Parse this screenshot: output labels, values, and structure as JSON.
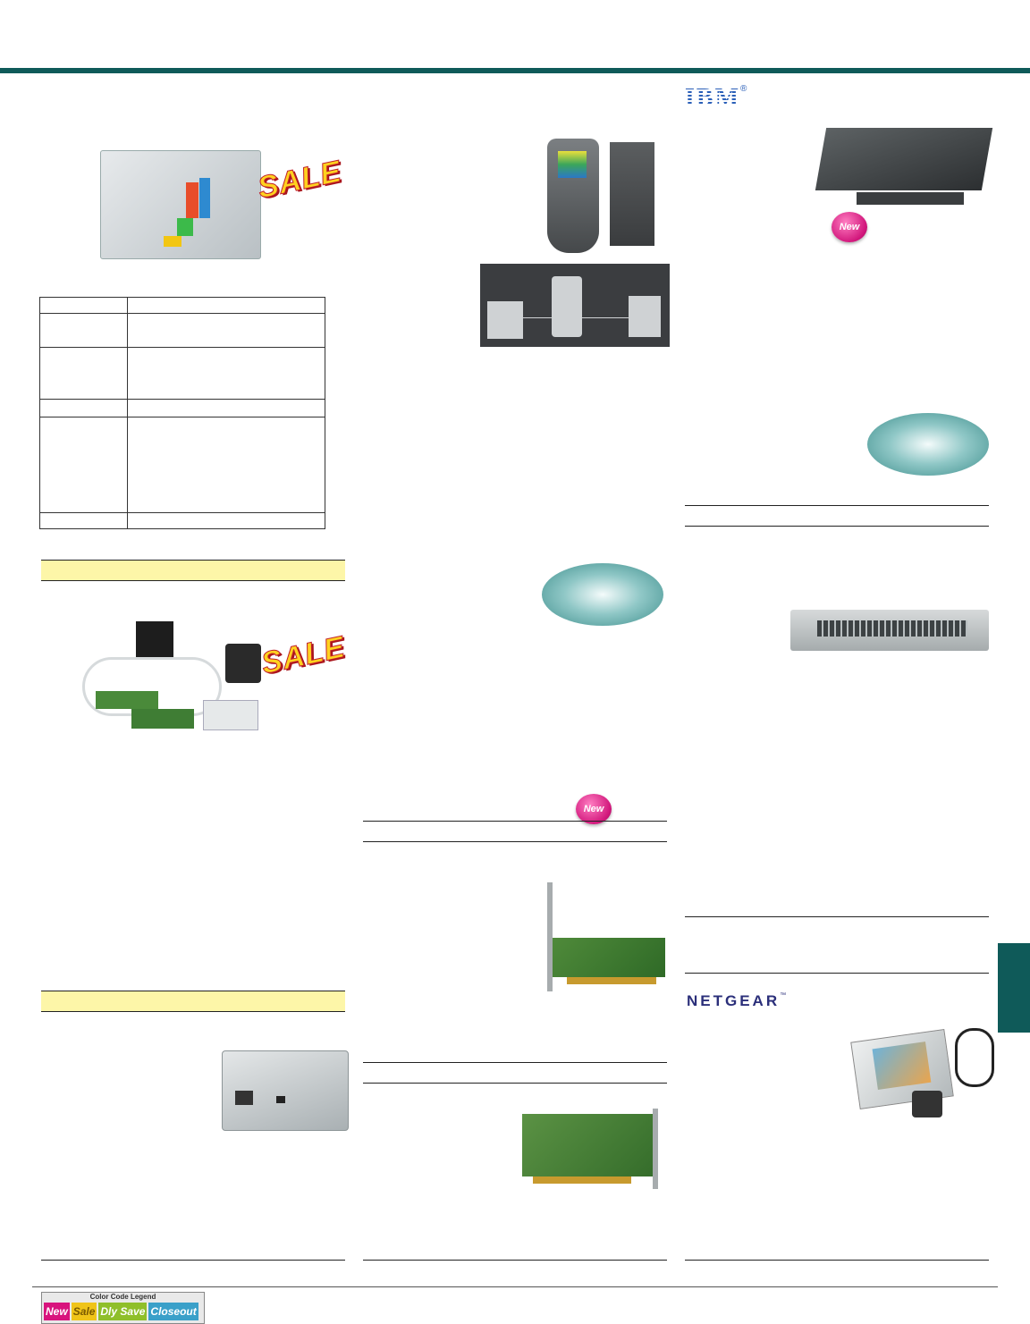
{
  "brand_logos": {
    "ibm": "IBM",
    "ibm_mark": "®",
    "netgear": "NETGEAR",
    "netgear_mark": "™"
  },
  "badges": {
    "new": "New",
    "sale": "SALE"
  },
  "legend": {
    "title": "Color Code Legend",
    "items": [
      {
        "label": "New",
        "color": "#d8147d"
      },
      {
        "label": "Sale",
        "color": "#f0c419"
      },
      {
        "label": "Dly Save",
        "color": "#8fbf2a"
      },
      {
        "label": "Closeout",
        "color": "#3aa0c9"
      }
    ]
  },
  "colors": {
    "accent": "#0f5a59",
    "highlight": "#fdf6a8"
  },
  "icons": [
    "parts-box-photo",
    "network-kit-photo",
    "media-converter-photo",
    "phoneline-adapter-photo",
    "phoneline-diagram",
    "pci-nic-photo",
    "isa-nic-photo",
    "switch-8port-photo",
    "switch-24port-photo",
    "pcmcia-card-photo"
  ]
}
